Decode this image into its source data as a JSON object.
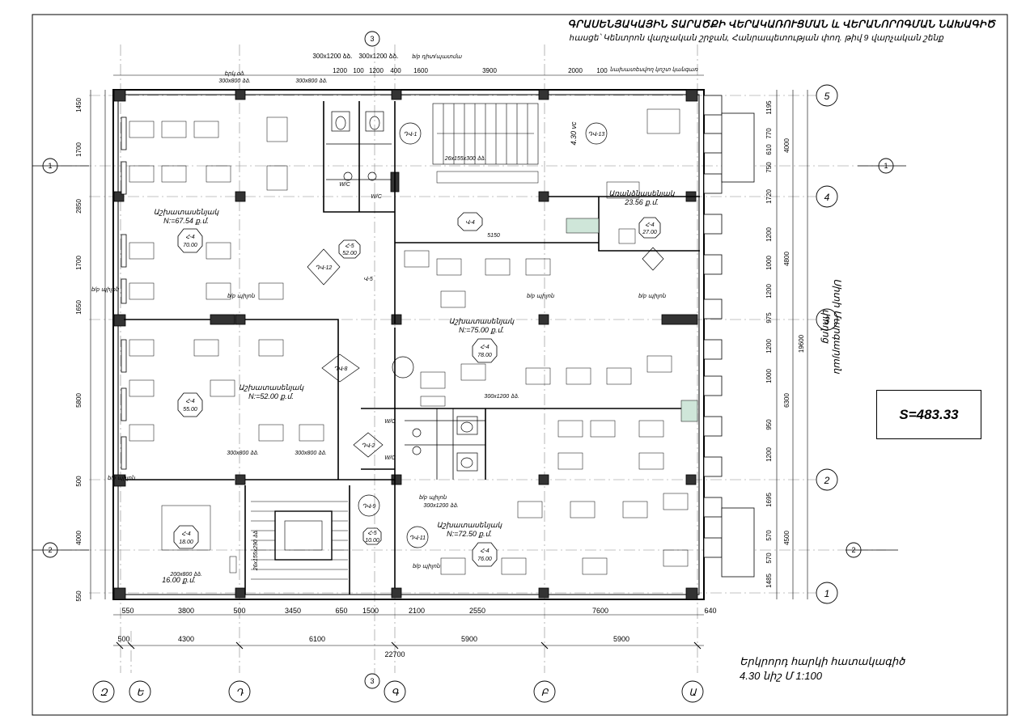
{
  "title": "ԳՐԱՍԵՆՅԱԿԱՅԻՆ ՏԱՐԱԾՔԻ ՎԵՐԱԿԱՌՈՒՑՄԱՆ և ՎԵՐԱՆՈՐՈԳՄԱՆ ՆԱԽԱԳԻԾ",
  "subtitle": "hասցե՝ Կենտրոն վարչական շրջան, Հանրապետության փող. թիվ 9 վարչական շենք",
  "total_area": "S=483.33",
  "sheet_caption": "Երկրորդ հարկի հատակագիծ",
  "scale_caption": "4.30 նիշ Մ 1:100",
  "side_label": "Սիտի Մարգարյան փողոց",
  "axes": {
    "columns": [
      "Ա",
      "Բ",
      "Գ",
      "Դ",
      "Ե",
      "Զ"
    ],
    "rows": [
      "1",
      "2",
      "3",
      "4",
      "5"
    ],
    "section_marks": [
      "1",
      "2",
      "3"
    ]
  },
  "dimensions": {
    "bottom_overall": "22700",
    "bottom_axes": [
      "500",
      "4300",
      "6100",
      "5900",
      "5900"
    ],
    "bottom_openings": [
      "550",
      "3800",
      "500",
      "3450",
      "650",
      "1500",
      "2100",
      "2550",
      "7600",
      "640"
    ],
    "top": [
      "300x1200 ձձ.",
      "300x1200 ձձ.",
      "1200",
      "100",
      "1200",
      "400",
      "1600",
      "3900",
      "2000",
      "100"
    ],
    "left_axes": [
      "1450",
      "1700",
      "2850",
      "1700",
      "1650",
      "5800",
      "500",
      "4000",
      "550"
    ],
    "right_axes": [
      "4000",
      "4800",
      "19600",
      "6300",
      "4500"
    ],
    "right_openings": [
      "1195",
      "770",
      "610",
      "750",
      "1720",
      "1200",
      "1000",
      "1200",
      "975",
      "1200",
      "1000",
      "950",
      "1200",
      "1695",
      "570",
      "570",
      "1485"
    ]
  },
  "rooms": [
    {
      "name": "Աշխատասենյակ",
      "area": "N:=67.54 ք.մ.",
      "tag": "Հ-4",
      "tag_value": "70.00"
    },
    {
      "name": "Աշխատասենյակ",
      "area": "N:=52.00 ք.մ.",
      "tag": "Հ-4",
      "tag_value": "55.00"
    },
    {
      "name": "Աշխատասենյակ",
      "area": "N:=75.00 ք.մ.",
      "tag": "Հ-4",
      "tag_value": "78.00"
    },
    {
      "name": "Աշխատասենյակ",
      "area": "N:=72.50 ք.մ.",
      "tag": "Հ-4",
      "tag_value": "76.00"
    },
    {
      "name": "Առանձնասենյակ",
      "area": "23.56 ք.մ.",
      "tag": "Հ-4",
      "tag_value": "27.00"
    },
    {
      "name": "",
      "area": "16.00 ք.մ.",
      "tag": "Հ-4",
      "tag_value": "18.00"
    }
  ],
  "other_tags": [
    "Հ-5",
    "52.00",
    "Հ-5",
    "10.00",
    "Վ-5",
    "Վ-4",
    "5150",
    "ԴՎ-12",
    "ԴՎ-8",
    "ԴՎ-2",
    "ԴՎ-9",
    "ԴՎ-11",
    "ԴՎ-13",
    "ԴՎ-1",
    "4.30 vc"
  ],
  "notes": [
    "երկ.օձ.",
    "300x800 ձձ.",
    "300x1200 ձձ.",
    "300x800 ձձ.",
    "200x800 ձձ.",
    "26x155x300 ձձ.",
    "26x155x290 ձձ.",
    "300x1200 ձձ.",
    "W/C",
    "W/C",
    "W/C",
    "W/C",
    "b/p պիլոն",
    "b/p պիլոն",
    "b/p պիլոն",
    "b/p պիլոն",
    "b/p պիլոն",
    "b/p պիլոն",
    "b/p պիլոն",
    "b/p դիտ/պատմա",
    "նախատեսվող կոշտ կանգառ"
  ]
}
